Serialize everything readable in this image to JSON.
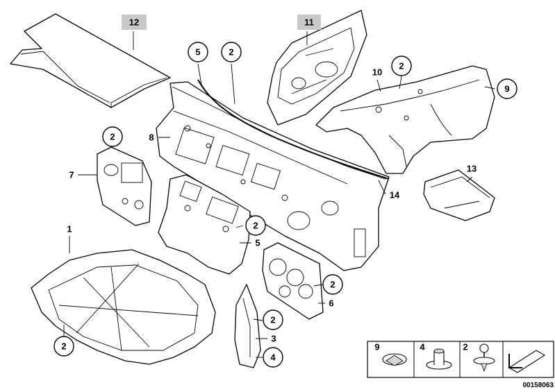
{
  "callouts": {
    "c1": "1",
    "c2a": "2",
    "c2b": "2",
    "c2c": "2",
    "c2d": "2",
    "c2e": "2",
    "c2f": "2",
    "c2g": "2",
    "c3": "3",
    "c4": "4",
    "c5a": "5",
    "c5b": "5",
    "c6": "6",
    "c7": "7",
    "c8": "8",
    "c9": "9",
    "c10": "10",
    "c11": "11",
    "c12": "12",
    "c13": "13",
    "c14": "14"
  },
  "legend": {
    "items": [
      "9",
      "4",
      "2"
    ]
  },
  "diagram_code": "00158063",
  "colors": {
    "highlight_box": "#c8c8c8",
    "line": "#000000",
    "panel_gray": "#d6d6d6"
  }
}
